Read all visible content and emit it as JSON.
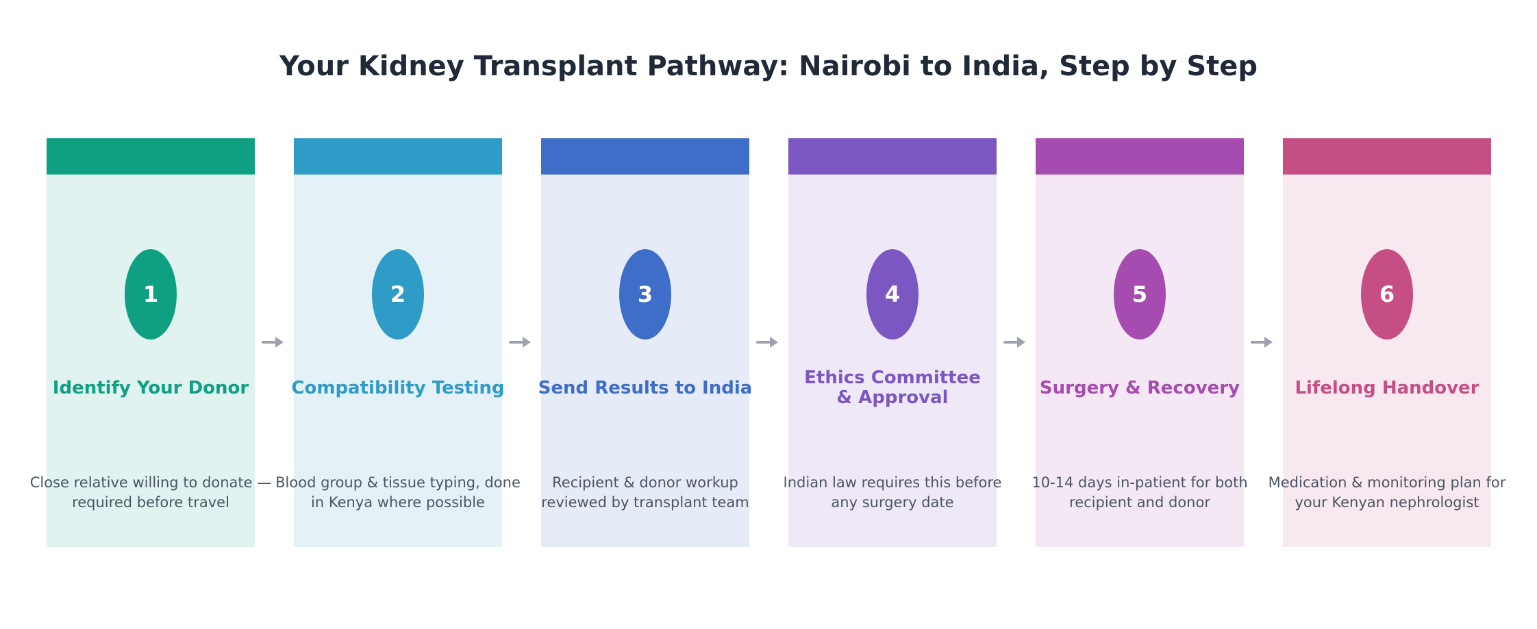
{
  "title": "Your Kidney Transplant Pathway: Nairobi to India, Step by Step",
  "arrow_color": "#9ca3af",
  "steps": [
    {
      "number": "1",
      "title": "Identify Your Donor",
      "description": "Close relative willing to donate — required before travel",
      "accent": "#0fa084",
      "tint": "#e0f3f0"
    },
    {
      "number": "2",
      "title": "Compatibility Testing",
      "description": "Blood group & tissue typing, done in Kenya where possible",
      "accent": "#2e9cc7",
      "tint": "#e4f1f7"
    },
    {
      "number": "3",
      "title": "Send Results to India",
      "description": "Recipient & donor workup reviewed by transplant team",
      "accent": "#3f6ec8",
      "tint": "#e5ebf7"
    },
    {
      "number": "4",
      "title": "Ethics Committee & Approval",
      "description": "Indian law requires this before any surgery date",
      "accent": "#7c57c2",
      "tint": "#efe9f7"
    },
    {
      "number": "5",
      "title": "Surgery & Recovery",
      "description": "10-14 days in-patient for both recipient and donor",
      "accent": "#a64cb0",
      "tint": "#f5e8f5"
    },
    {
      "number": "6",
      "title": "Lifelong Handover",
      "description": "Medication & monitoring plan for your Kenyan nephrologist",
      "accent": "#c54e84",
      "tint": "#f8e8ef"
    }
  ]
}
